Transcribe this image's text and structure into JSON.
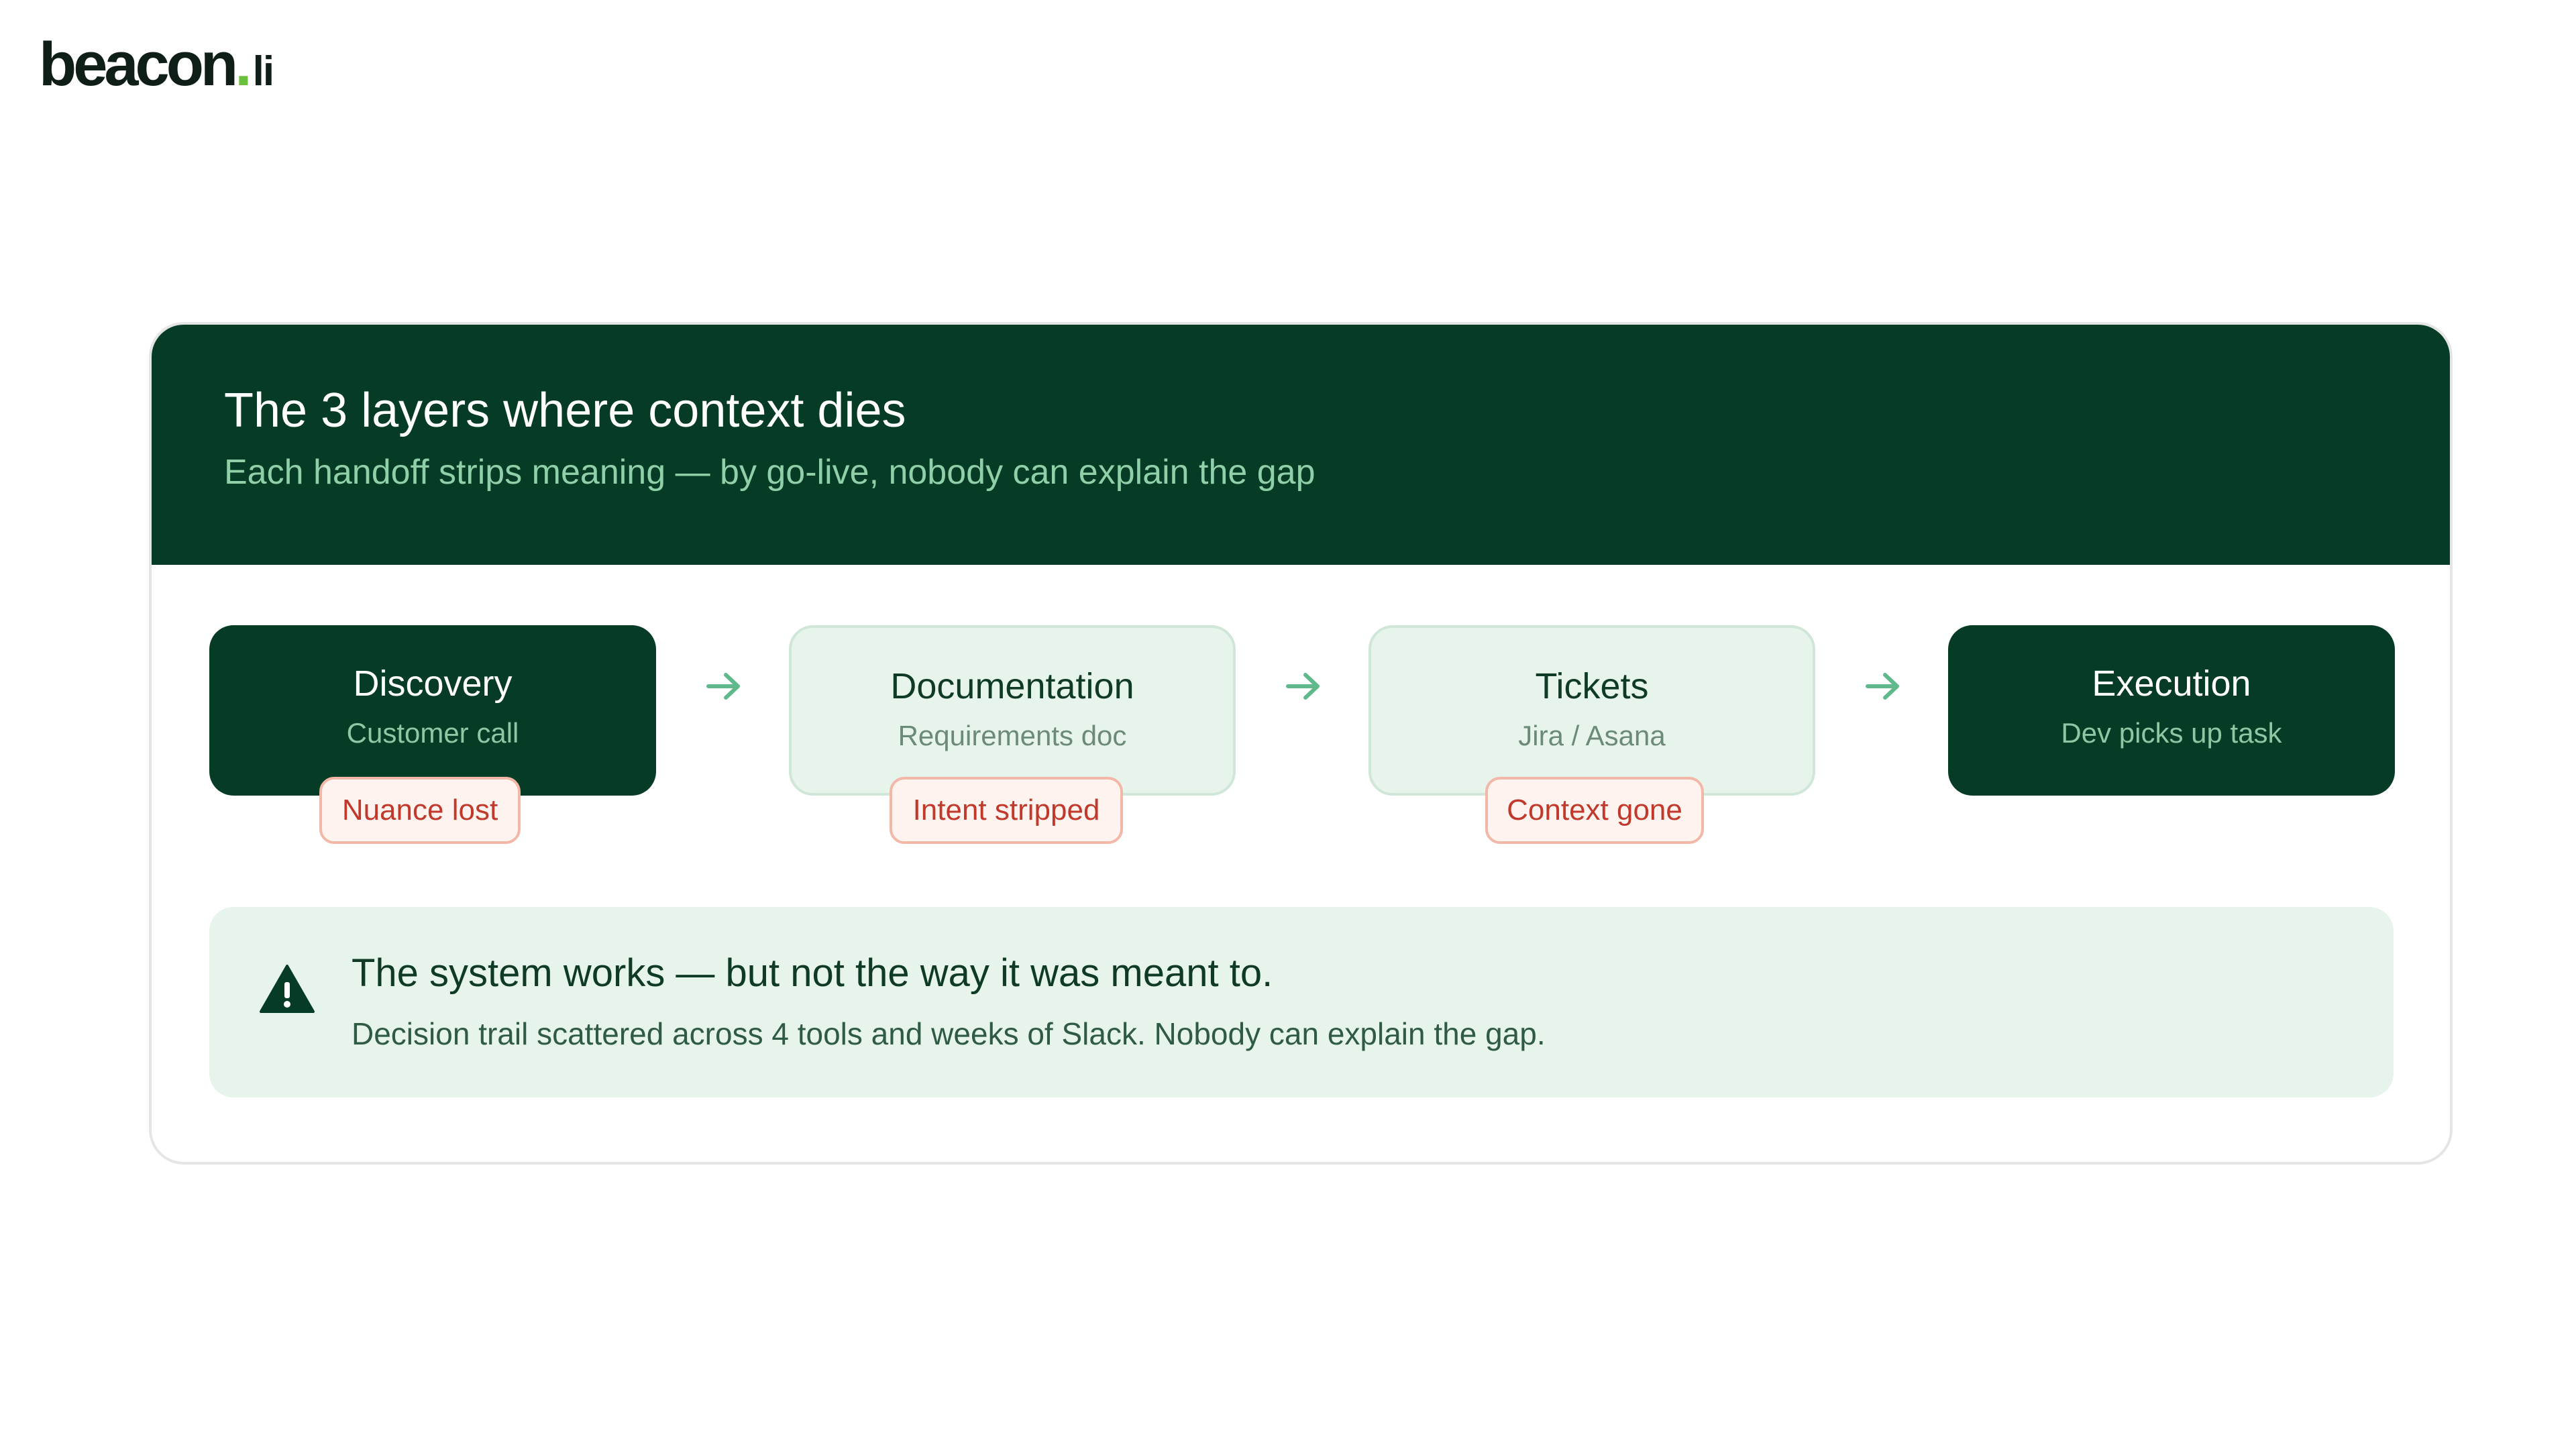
{
  "logo": {
    "name": "beacon",
    "dot": ".",
    "tld": "li"
  },
  "card": {
    "title": "The 3 layers where context dies",
    "subtitle": "Each handoff strips meaning — by go-live, nobody can explain the gap"
  },
  "flow": {
    "stages": [
      {
        "title": "Discovery",
        "subtitle": "Customer call",
        "style": "dark"
      },
      {
        "title": "Documentation",
        "subtitle": "Requirements doc",
        "style": "light"
      },
      {
        "title": "Tickets",
        "subtitle": "Jira / Asana",
        "style": "light"
      },
      {
        "title": "Execution",
        "subtitle": "Dev picks up task",
        "style": "dark"
      }
    ],
    "losses": [
      "Nuance lost",
      "Intent stripped",
      "Context gone"
    ],
    "arrow_icon": "arrow-right-icon"
  },
  "callout": {
    "icon": "warning-icon",
    "title": "The system works — but not the way it was meant to.",
    "body": "Decision trail scattered across 4 tools and weeks of Slack. Nobody can explain the gap."
  },
  "colors": {
    "dark_green": "#063c26",
    "light_green": "#e7f4ec",
    "accent_green": "#5fb98a",
    "loss_red": "#c0392b",
    "loss_bg": "#fff3f0"
  }
}
